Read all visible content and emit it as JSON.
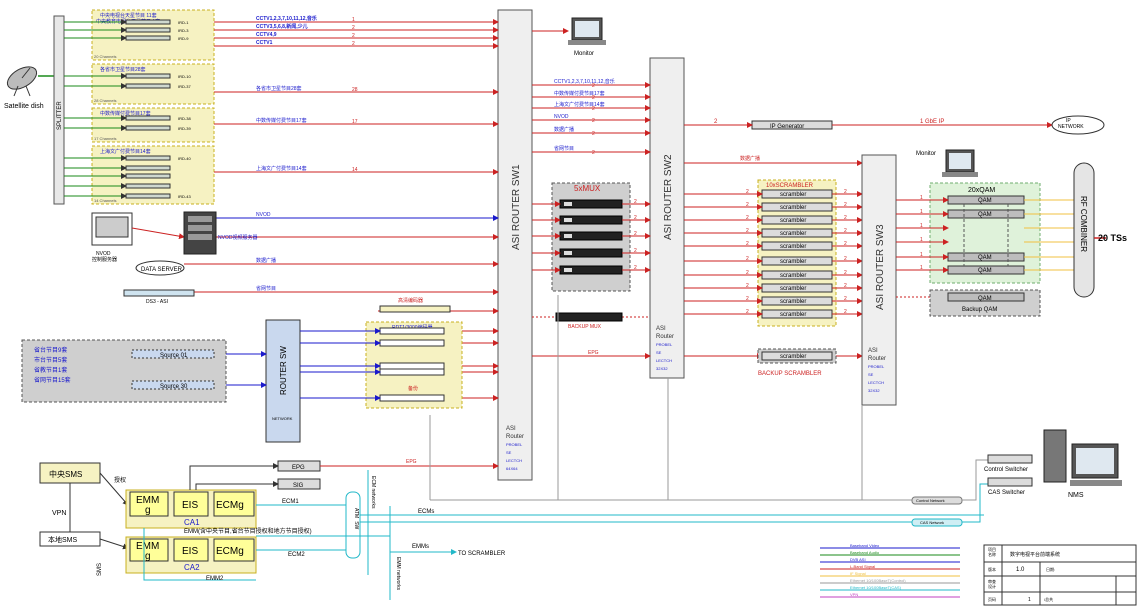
{
  "colors": {
    "signal_red": "#cc2222",
    "signal_blue": "#1a1acc",
    "ecm_cyan": "#22b8c8",
    "gray_line": "#9a9a9a",
    "box_yellow": "#f6f2c2",
    "box_yellow_border": "#c8b020",
    "gray_box": "#cfcfcf",
    "blue_fill": "#c9d8ee"
  },
  "left_source": {
    "satellite_label": "Satellite dish",
    "splitter_label": "SPLITTER"
  },
  "ird_groups": [
    {
      "title": "中央电视台天星节目 11套\n中央教育电视台卫星节目 1套",
      "ird_top": "IRD-1",
      "ird_mid": "IRD-3",
      "ird_bot": "IRD-9",
      "channels": "20 Channels"
    },
    {
      "title": "各省市卫星节目28套",
      "ird_top": "IRD-10",
      "ird_bot": "IRD-37",
      "channels": "28 Channels"
    },
    {
      "title": "中数传媒付费节目17套",
      "ird_top": "IRD-38",
      "ird_bot": "IRD-39",
      "channels": "17 Channels"
    },
    {
      "title": "上海文广付费节目14套",
      "ird_top": "IRD-40",
      "ird_bot": "IRD-43",
      "channels": "14 Channels"
    }
  ],
  "sw1_inputs": [
    "CCTV1,2,3,7,10,11,12,音乐",
    "CCTV3,5,6,8,新闻,少儿",
    "CCTV4,9",
    "CCTV1",
    "各省市卫星节目28套",
    "中数传媒付费节目17套",
    "上海文广付费节目14套",
    "NVOD",
    "NVOD视频服务器",
    "数据广播",
    "省网节目"
  ],
  "nvod": {
    "ctrl_label": "NVOD\n控制服务器",
    "data_server": "DATA SERVER",
    "ds3": "DS3 - ASI"
  },
  "input_counts": [
    "1",
    "2",
    "2",
    "2",
    "28",
    "17",
    "14"
  ],
  "routers": {
    "sw1": {
      "title": "ASI ROUTER SW1",
      "sub": [
        "ASI",
        "Router",
        "PROBEL",
        "SE",
        "LECTCH",
        "64X64"
      ]
    },
    "sw2": {
      "title": "ASI ROUTER SW2",
      "sub": [
        "ASI",
        "Router",
        "PROBEL",
        "SE",
        "LECTCH",
        "32X32"
      ]
    },
    "sw3": {
      "title": "ASI ROUTER SW3",
      "sub": [
        "ASI",
        "Router",
        "PROBEL",
        "SE",
        "LECTCH",
        "32X32"
      ]
    }
  },
  "monitor_top": "Monitor",
  "sw2_inputs": [
    "CCTV1,2,3,7,10,11,12,音乐",
    "中数传媒付费节目17套",
    "上海文广付费节目14套",
    "NVOD",
    "数据广播",
    "省网节目"
  ],
  "ip": {
    "generator": "IP Generator",
    "link": "1  GbE  IP",
    "network": "IP\nNETWORK",
    "count": "2"
  },
  "mux": {
    "title": "5xMUX",
    "backup": "BACKUP MUX"
  },
  "scrambler": {
    "title": "10xSCRAMBLER",
    "label": "scrambler",
    "backup": "BACKUP SCRAMBLER",
    "data_broadcast": "数据广播"
  },
  "qam": {
    "title": "20xQAM",
    "label": "QAM",
    "backup": "Backup QAM",
    "monitor": "Monitor"
  },
  "rf": {
    "combiner": "RF COMBINER",
    "output": "20 TSs"
  },
  "router_sw": {
    "label": "ROUTER SW",
    "sub": "NETWORK"
  },
  "sources": {
    "list": [
      "省台节目9套",
      "市台节目5套",
      "省教节目1套",
      "省网节目15套"
    ],
    "first": "Source 01",
    "last": "Source 30"
  },
  "ring_box": {
    "label": "RDT1/3000编码器",
    "spare": "备份",
    "top_label": "高清编码器"
  },
  "epg_label": "EPG",
  "ca": {
    "sms_main": "中央SMS",
    "sms_local": "本地SMS",
    "vpn": "VPN",
    "auth": "授权",
    "sms_side": "SMS",
    "ca1": "CA1",
    "ca2": "CA2",
    "emm": "EMM\ng",
    "eis": "EIS",
    "ecmg": "ECMg",
    "epg": "EPG",
    "sig": "SIG",
    "ecm1": "ECM1",
    "ecm2": "ECM2",
    "emm2": "EMM2",
    "emm_note": "EMM(含中央节目,省台节目授权和地方节目授权)",
    "ecms": "ECMs",
    "emms": "EMMs",
    "to_scrambler": "TO SCRAMBLER",
    "ecm_network": "ECM networks",
    "emm_network": "EMM networks",
    "switch": "ATM\nSW"
  },
  "nms": {
    "control_switcher": "Control Switcher",
    "cas_switcher": "CAS Switcher",
    "nms": "NMS",
    "control_network": "Control Network",
    "cas_network": "CAS Network"
  },
  "legend": [
    "Baseband Video",
    "Baseband Audio",
    "DVB ASI",
    "L-Band Signal",
    "IF Signal",
    "Ethernet 10/100BaseT(Control)",
    "Ethernet 10/100BaseT(CAS)",
    "VPN"
  ],
  "title_block": {
    "org_label": "项目\n名称",
    "project": "数字电视平台前端系统",
    "ver_label": "版本",
    "ver": "1.0",
    "date_label": "日期:",
    "reviewer": "审查\n设计",
    "page_label": "页码",
    "page": "1",
    "total": "/总共"
  }
}
